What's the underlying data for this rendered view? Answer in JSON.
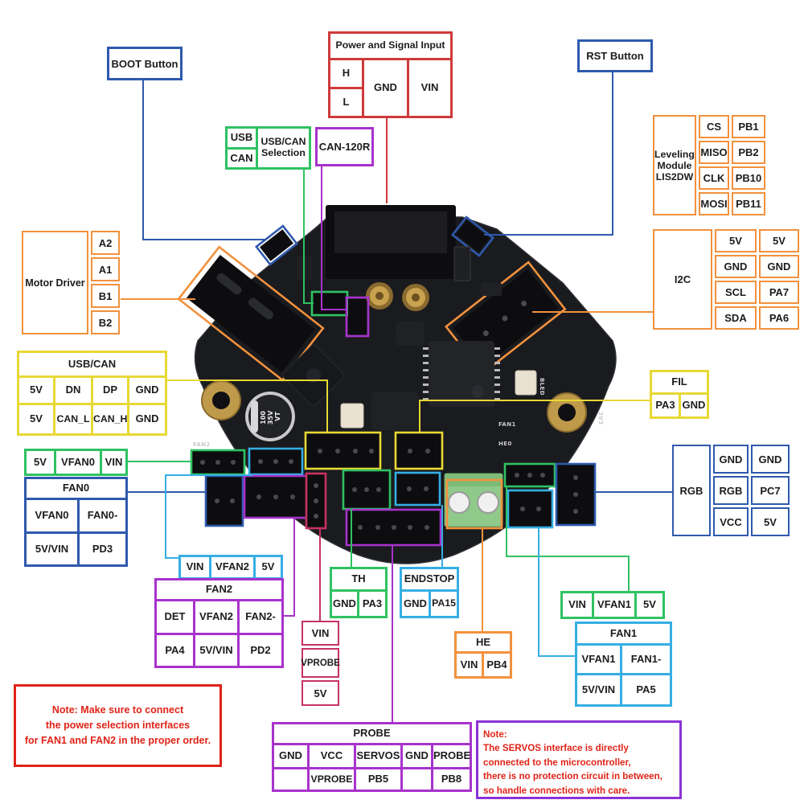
{
  "colors": {
    "red": "#cf3a3a",
    "blue": "#2e59ad",
    "orange": "#f2913d",
    "yellow": "#e8d835",
    "green": "#2fc262",
    "cyan": "#35aee3",
    "purple": "#a832cc",
    "crimson": "#c63360",
    "note_red": "#e02318",
    "note_violet": "#8c33d6"
  },
  "buttons": {
    "boot": "BOOT Button",
    "rst": "RST Button",
    "can120r": "CAN-120R"
  },
  "power_input": {
    "title": "Power and Signal Input",
    "h": "H",
    "l": "L",
    "gnd": "GND",
    "vin": "VIN"
  },
  "usb_can_selection": {
    "usb": "USB",
    "can": "CAN",
    "label_lines": [
      "USB/CAN",
      "Selection"
    ]
  },
  "leveling_module": {
    "label_lines": [
      "Leveling",
      "Module",
      "LIS2DW"
    ],
    "rows": [
      [
        "CS",
        "PB1"
      ],
      [
        "MISO",
        "PB2"
      ],
      [
        "CLK",
        "PB10"
      ],
      [
        "MOSI",
        "PB11"
      ]
    ]
  },
  "i2c": {
    "label": "I2C",
    "rows": [
      [
        "5V",
        "5V"
      ],
      [
        "GND",
        "GND"
      ],
      [
        "SCL",
        "PA7"
      ],
      [
        "SDA",
        "PA6"
      ]
    ]
  },
  "motor_driver": {
    "label": "Motor Driver",
    "pins": [
      "A2",
      "A1",
      "B1",
      "B2"
    ]
  },
  "usb_can": {
    "title": "USB/CAN",
    "rows": [
      [
        "5V",
        "DN",
        "DP",
        "GND"
      ],
      [
        "5V",
        "CAN_L",
        "CAN_H",
        "GND"
      ]
    ]
  },
  "fil": {
    "title": "FIL",
    "cells": [
      "PA3",
      "GND"
    ]
  },
  "rgb": {
    "label": "RGB",
    "rows": [
      [
        "GND",
        "GND"
      ],
      [
        "RGB",
        "PC7"
      ],
      [
        "VCC",
        "5V"
      ]
    ]
  },
  "fan0_power": {
    "cells": [
      "5V",
      "VFAN0",
      "VIN"
    ]
  },
  "fan0": {
    "title": "FAN0",
    "rows": [
      [
        "VFAN0",
        "FAN0-"
      ],
      [
        "5V/VIN",
        "PD3"
      ]
    ]
  },
  "fan2_power": {
    "cells": [
      "VIN",
      "VFAN2",
      "5V"
    ]
  },
  "fan2": {
    "title": "FAN2",
    "rows": [
      [
        "DET",
        "VFAN2",
        "FAN2-"
      ],
      [
        "PA4",
        "5V/VIN",
        "PD2"
      ]
    ]
  },
  "th": {
    "title": "TH",
    "cells": [
      "GND",
      "PA3"
    ]
  },
  "endstop": {
    "title": "ENDSTOP",
    "cells": [
      "GND",
      "PA15"
    ]
  },
  "vprobe": {
    "cells": [
      "VIN",
      "VPROBE",
      "5V"
    ]
  },
  "he": {
    "title": "HE",
    "cells": [
      "VIN",
      "PB4"
    ]
  },
  "fan1_power": {
    "cells": [
      "VIN",
      "VFAN1",
      "5V"
    ]
  },
  "fan1": {
    "title": "FAN1",
    "rows": [
      [
        "VFAN1",
        "FAN1-"
      ],
      [
        "5V/VIN",
        "PA5"
      ]
    ]
  },
  "probe": {
    "title": "PROBE",
    "rows": [
      [
        "GND",
        "VCC",
        "SERVOS",
        "GND",
        "PROBE"
      ],
      [
        "",
        "VPROBE",
        "PB5",
        "",
        "PB8"
      ]
    ]
  },
  "notes": {
    "fan": {
      "lines": [
        "Note: Make sure to connect",
        "the power selection interfaces",
        "for FAN1 and FAN2 in the proper order."
      ]
    },
    "servos": {
      "lines": [
        "Note:",
        "The SERVOS interface is directly",
        "connected to the microcontroller,",
        "there is no protection circuit in between,",
        "so handle connections with care."
      ]
    }
  },
  "board": {
    "capacitor_lines": [
      "100",
      "35V",
      "VT"
    ],
    "silk": {
      "fan2": "FAN2",
      "fan1": "FAN1",
      "he0": "HE0",
      "bled": "BLED",
      "v3": "3V3"
    }
  }
}
